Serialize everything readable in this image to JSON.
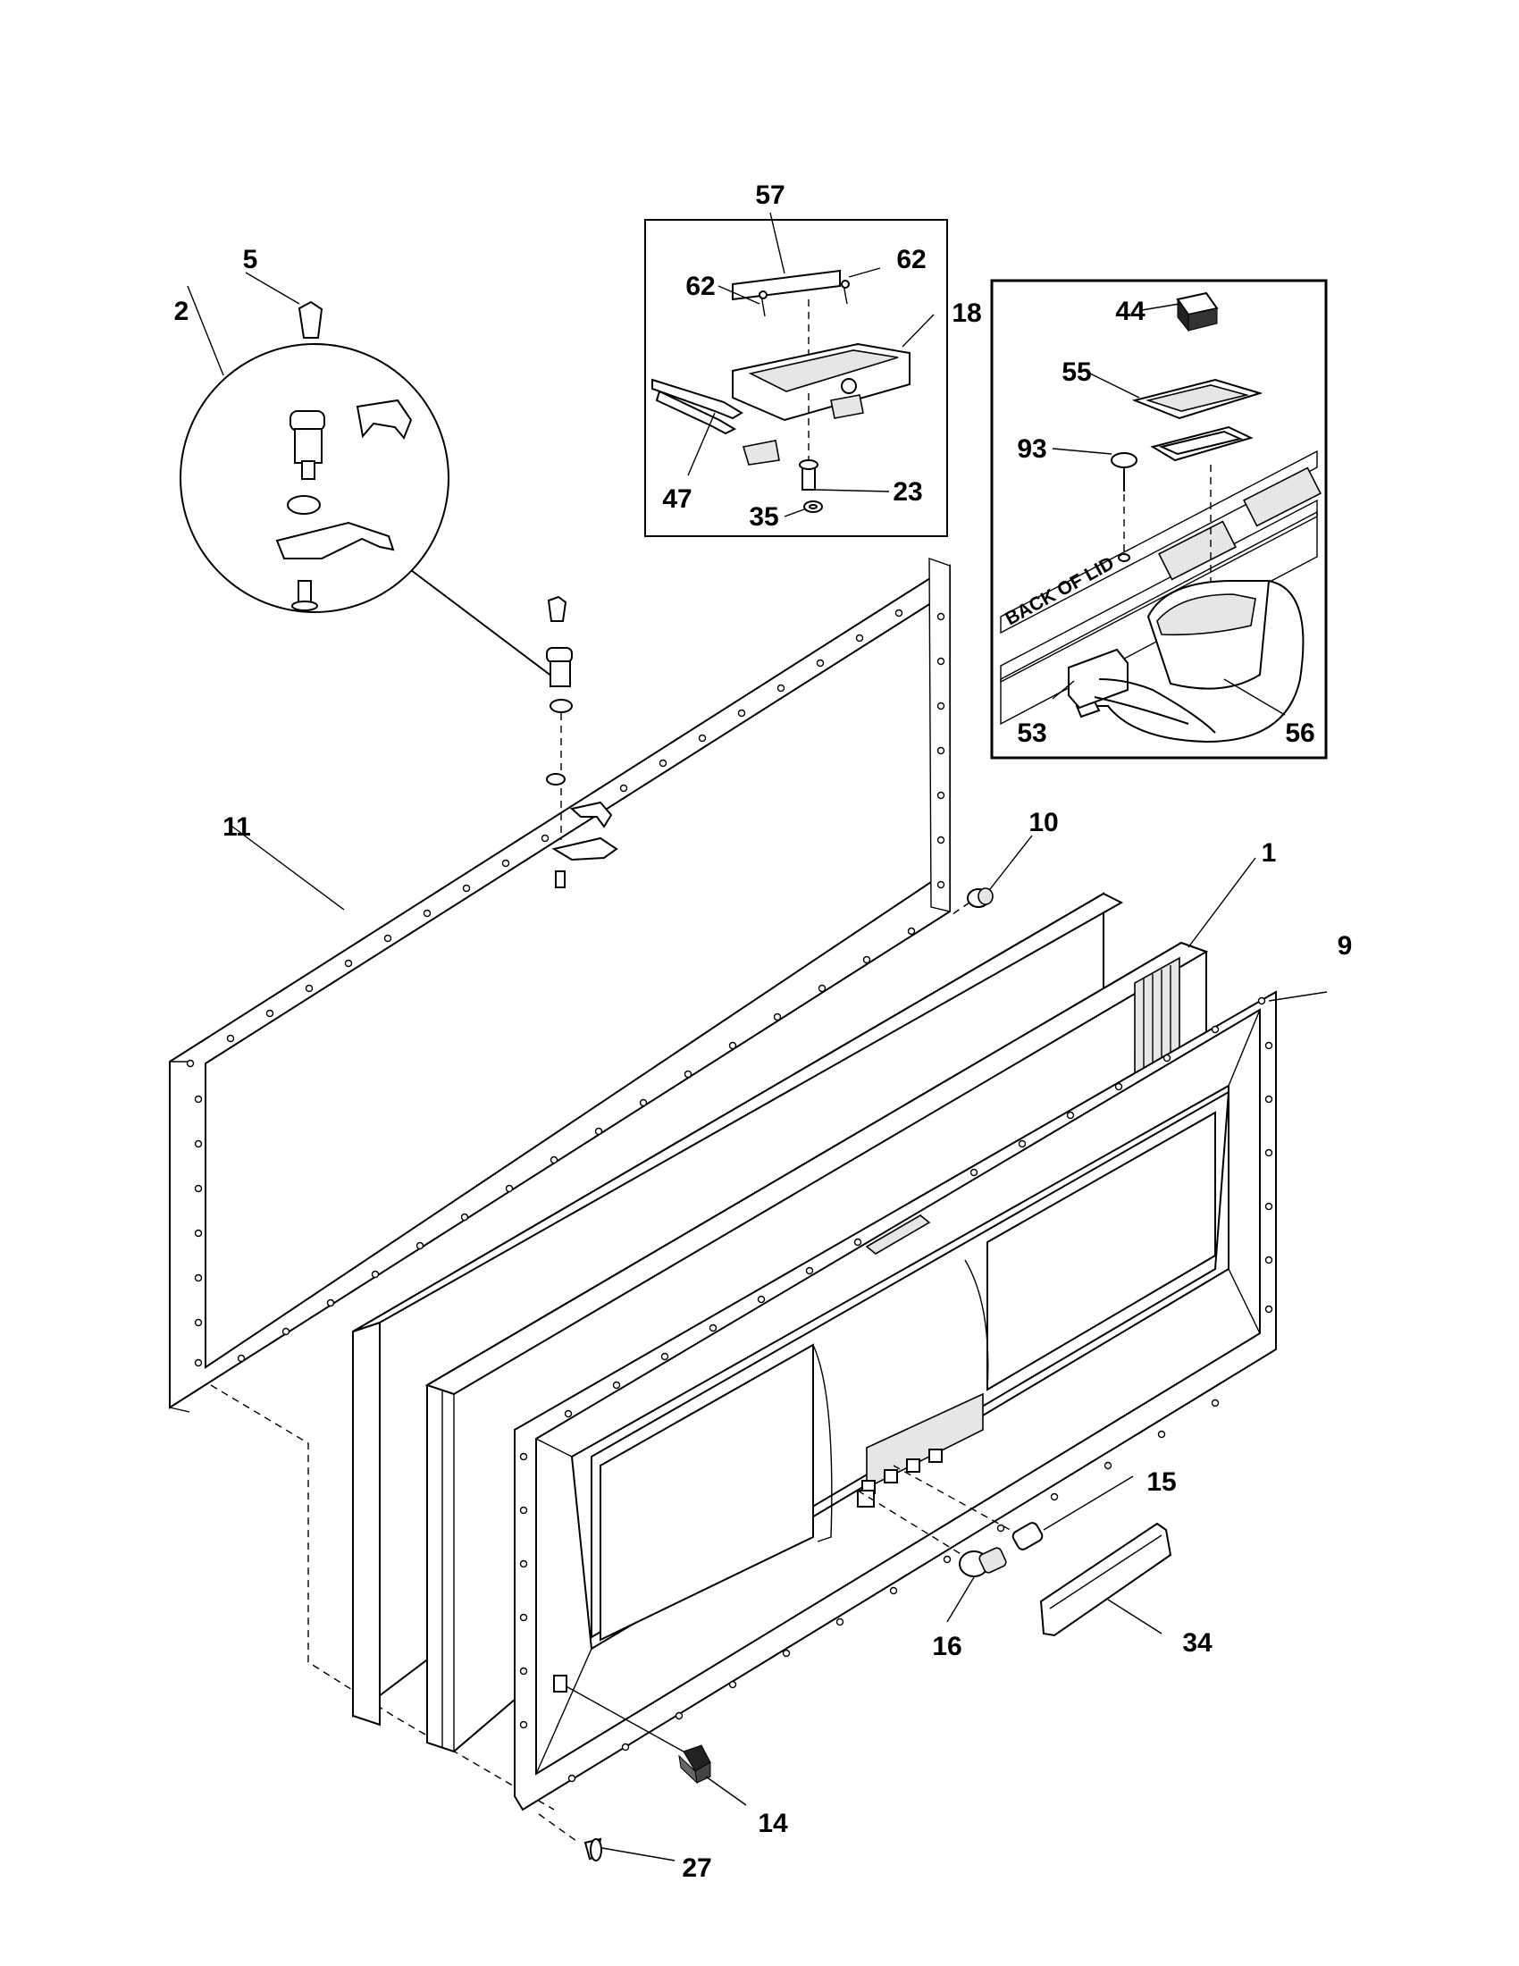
{
  "diagram": {
    "inset_label": "BACK OF LID",
    "callouts": {
      "c1": "1",
      "c2": "2",
      "c5": "5",
      "c9": "9",
      "c10": "10",
      "c11": "11",
      "c14": "14",
      "c15": "15",
      "c16": "16",
      "c18": "18",
      "c23": "23",
      "c27": "27",
      "c34": "34",
      "c35": "35",
      "c44": "44",
      "c47": "47",
      "c53": "53",
      "c55": "55",
      "c56": "56",
      "c57": "57",
      "c62a": "62",
      "c62b": "62",
      "c93": "93"
    }
  }
}
